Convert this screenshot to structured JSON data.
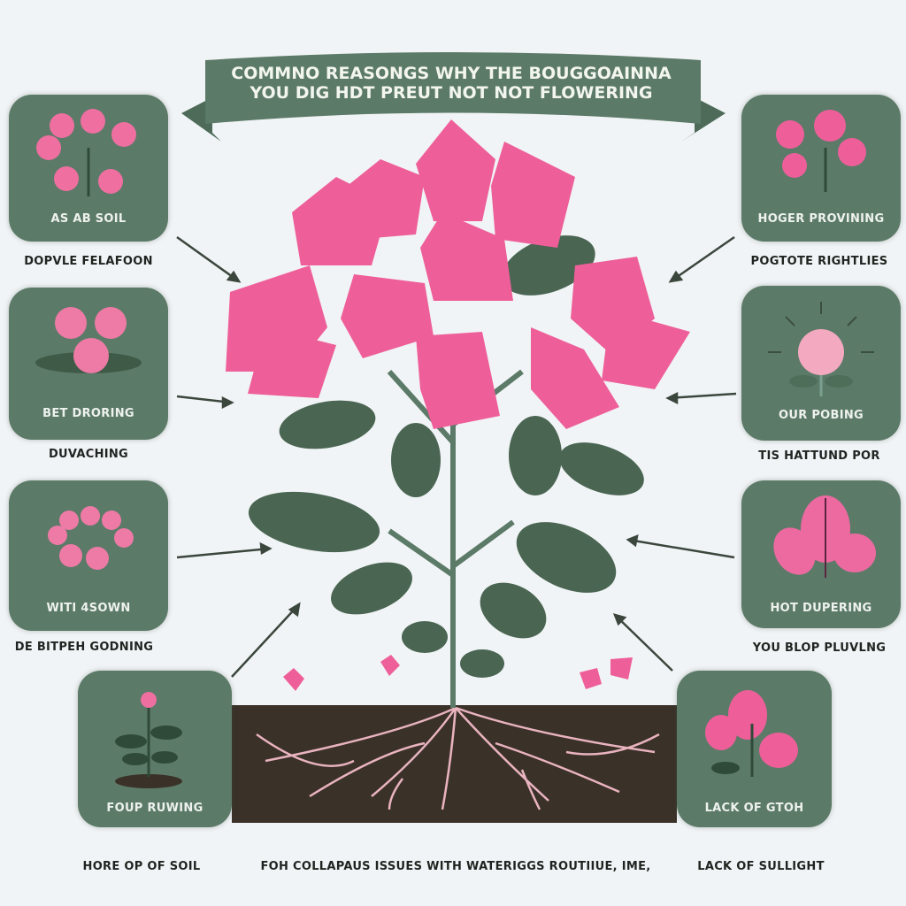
{
  "title": {
    "line1": "COMMNO REASONGS WHY THE BOUGGOAINNA",
    "line2": "YOU DIG HDT PREUT NOT NOT FLOWERING"
  },
  "panels": [
    {
      "text": "AS AB SOIL",
      "caption": "DOPVLE FELAFOON",
      "icon": "bougainvillea-cluster-icon"
    },
    {
      "text": "BET DRORING",
      "caption": "DUVACHING",
      "icon": "three-bracts-icon"
    },
    {
      "text": "WITI 4SOWN",
      "caption": "DE BITPEH GODNING",
      "icon": "flower-fan-icon"
    },
    {
      "text": "HOGER PROVINING",
      "caption": "POGTOTE RIGHTLIES",
      "icon": "bougainvillea-sprig-icon"
    },
    {
      "text": "OUR POBING",
      "caption": "TIS HATTUND POR",
      "icon": "sunny-flower-icon"
    },
    {
      "text": "HOT DUPERING",
      "caption": "YOU BLOP PLUVLNG",
      "icon": "pink-leaves-icon"
    },
    {
      "text": "FOUP RUWING",
      "caption": "HORE OP OF SOIL",
      "icon": "seedling-icon"
    },
    {
      "text": "LACK OF GTOH",
      "caption": "LACK OF SULLIGHT",
      "icon": "bract-sprig-icon"
    }
  ],
  "center_caption": "FOH COLLAPAUS ISSUES WITH WATERIGGS ROUTIIUE, IME,",
  "colors": {
    "panel": "#5c7a68",
    "pink": "#ee5f9a",
    "leaf": "#47604f",
    "soil": "#3a3128",
    "root": "#e9b3bf"
  }
}
